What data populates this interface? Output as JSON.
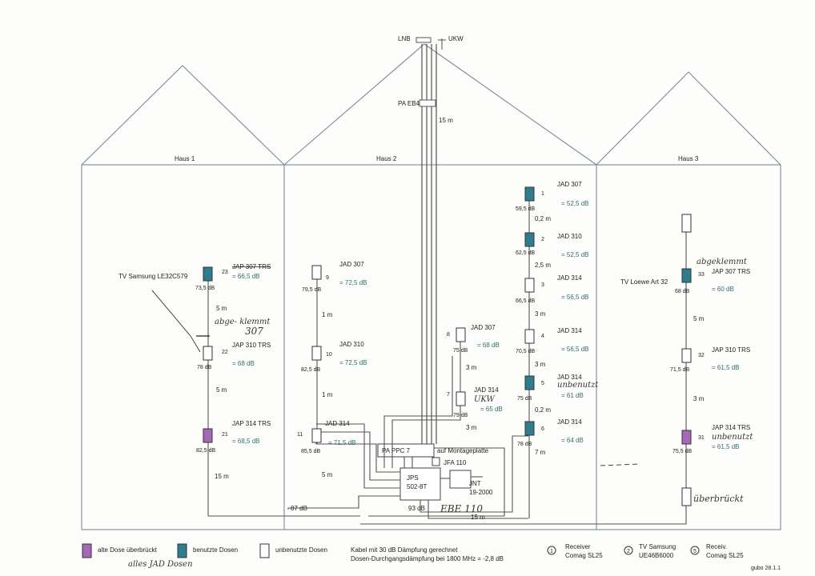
{
  "top": {
    "lnb": "LNB",
    "ukw": "UKW",
    "amp_top": "PA EB4",
    "len_top": "15 m"
  },
  "houses": {
    "h1": "Haus 1",
    "h2": "Haus 2",
    "h3": "Haus 3"
  },
  "h1": {
    "tv_label": "TV Samsung LE32C579",
    "d1": {
      "num": "23",
      "type": "JAP 307 TRS",
      "db": "73,5 dB",
      "calc": "= 66,5 dB"
    },
    "len1": "5 m",
    "note1": "abge-\nklemmt",
    "note2": "307",
    "d2": {
      "num": "22",
      "type": "JAP 310 TRS",
      "db": "78 dB",
      "calc": "= 68 dB"
    },
    "len2": "5 m",
    "d3": {
      "num": "21",
      "type": "JAP 314 TRS",
      "db": "82,5 dB",
      "calc": "= 68,5 dB"
    },
    "len3": "15 m"
  },
  "h2a": {
    "d1": {
      "num": "9",
      "type": "JAD 307",
      "db": "79,5 dB",
      "calc": "= 72,5 dB"
    },
    "len1": "1 m",
    "d2": {
      "num": "10",
      "type": "JAD 310",
      "db": "82,5 dB",
      "calc": "= 72,5 dB"
    },
    "len2": "1 m",
    "d3": {
      "num": "11",
      "type": "JAD 314",
      "db": "85,5 dB",
      "calc": "= 71,5 dB"
    },
    "len3": "5 m",
    "in_db": "87 dB"
  },
  "h2b": {
    "d1": {
      "num": "8",
      "type": "JAD 307",
      "db": "75 dB",
      "calc": "= 68 dB"
    },
    "len1": "3 m",
    "d2": {
      "num": "7",
      "type": "JAD 314",
      "note": "UKW",
      "db": "79 dB",
      "calc": "= 65 dB"
    },
    "len2": "3 m"
  },
  "h2c": {
    "d1": {
      "num": "1",
      "type": "JAD 307",
      "db": "59,5 dB",
      "calc": "= 52,5 dB"
    },
    "len1": "0,2 m",
    "d2": {
      "num": "2",
      "type": "JAD 310",
      "db": "62,5 dB",
      "calc": "= 52,5 dB"
    },
    "len2": "2,5 m",
    "d3": {
      "num": "3",
      "type": "JAD 314",
      "db": "66,5 dB",
      "calc": "= 56,5 dB"
    },
    "len3": "3 m",
    "d4": {
      "num": "4",
      "type": "JAD 314",
      "db": "70,5 dB",
      "calc": "= 56,5 dB"
    },
    "len4": "3 m",
    "d5": {
      "num": "5",
      "type": "JAD 314",
      "note": "unbenutzt",
      "db": "75 dB",
      "calc": "= 61 dB"
    },
    "len5": "0,2 m",
    "d6": {
      "num": "6",
      "type": "JAD 314",
      "db": "78 dB",
      "calc": "= 64 dB"
    },
    "len6": "7 m"
  },
  "h3": {
    "tv_label": "TV Loewe Art 32",
    "note_top": "abgeklemmt",
    "d1": {
      "num": "33",
      "type": "JAP 307 TRS",
      "db": "68 dB",
      "calc": "= 60 dB"
    },
    "len1": "5 m",
    "d2": {
      "num": "32",
      "type": "JAP 310 TRS",
      "db": "71,5 dB",
      "calc": "= 61,5 dB"
    },
    "len2": "3 m",
    "d3": {
      "num": "31",
      "type": "JAP 314 TRS",
      "note": "unbenutzt",
      "db": "75,5 dB",
      "calc": "= 61,5 dB"
    },
    "bridge": "überbrückt"
  },
  "center": {
    "ppc": "PA PPC 7",
    "mount": "auf Montageplatte",
    "jfa": "JFA 110",
    "jps1": "JPS",
    "jps2": "502-8T",
    "jnt1": "JNT",
    "jnt2": "19-2000",
    "db93": "93 dB",
    "ebe": "EBE 110",
    "len15": "15 m"
  },
  "legend": {
    "old": "alte Dose überbrückt",
    "old_hand": "alles JAD Dosen",
    "used": "benutzte Dosen",
    "unused": "unbenutzte Dosen",
    "cable1": "Kabel mit 30 dB Dämpfung gerechnet",
    "cable2": "Dosen-Durchgangsdämpfung bei 1800 MHz = -2,8 dB",
    "r1": "1",
    "r1a": "Receiver",
    "r1b": "Comag SL25",
    "r2": "2",
    "r2a": "TV Samsung",
    "r2b": "UE46B6000",
    "r3": "5",
    "r3a": "Receiv.",
    "r3b": "Comag SL25",
    "sign": "gubo 28.1.1"
  },
  "colors": {
    "used": "#2d7d8c",
    "old": "#a668b8",
    "line": "#555555",
    "green_text": "#2f6f6f"
  }
}
